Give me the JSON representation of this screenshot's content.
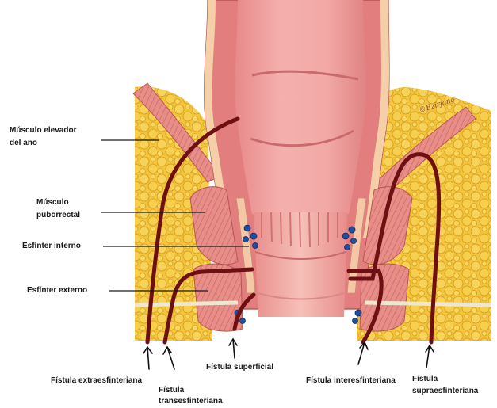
{
  "labels": {
    "elevator_line1": "Músculo elevador",
    "elevator_line2": "del ano",
    "puborrectal_line1": "Músculo",
    "puborrectal_line2": "puborrectal",
    "esfinter_interno": "Esfínter interno",
    "esfinter_externo": "Esfínter externo",
    "extraesfinteriana": "Fístula extraesfinteriana",
    "transesfinteriana_line1": "Fístula",
    "transesfinteriana_line2": "transesfinteriana",
    "superficial": "Fístula superficial",
    "interesfinteriana": "Fístula interesfinteriana",
    "supraesfinteriana_line1": "Fístula",
    "supraesfinteriana_line2": "supraesfinteriana"
  },
  "signature": "©Ezirjana",
  "colors": {
    "fat": "#f2c43a",
    "fat_dark": "#dba21f",
    "muscle": "#e58a86",
    "muscle_stripe": "#c95f5c",
    "rectum": "#f0a3a3",
    "rectum_light": "#f6c1bb",
    "mucosa": "#d98585",
    "fistula": "#6e0f12",
    "node": "#1e4fa0",
    "arrow": "#111111"
  }
}
